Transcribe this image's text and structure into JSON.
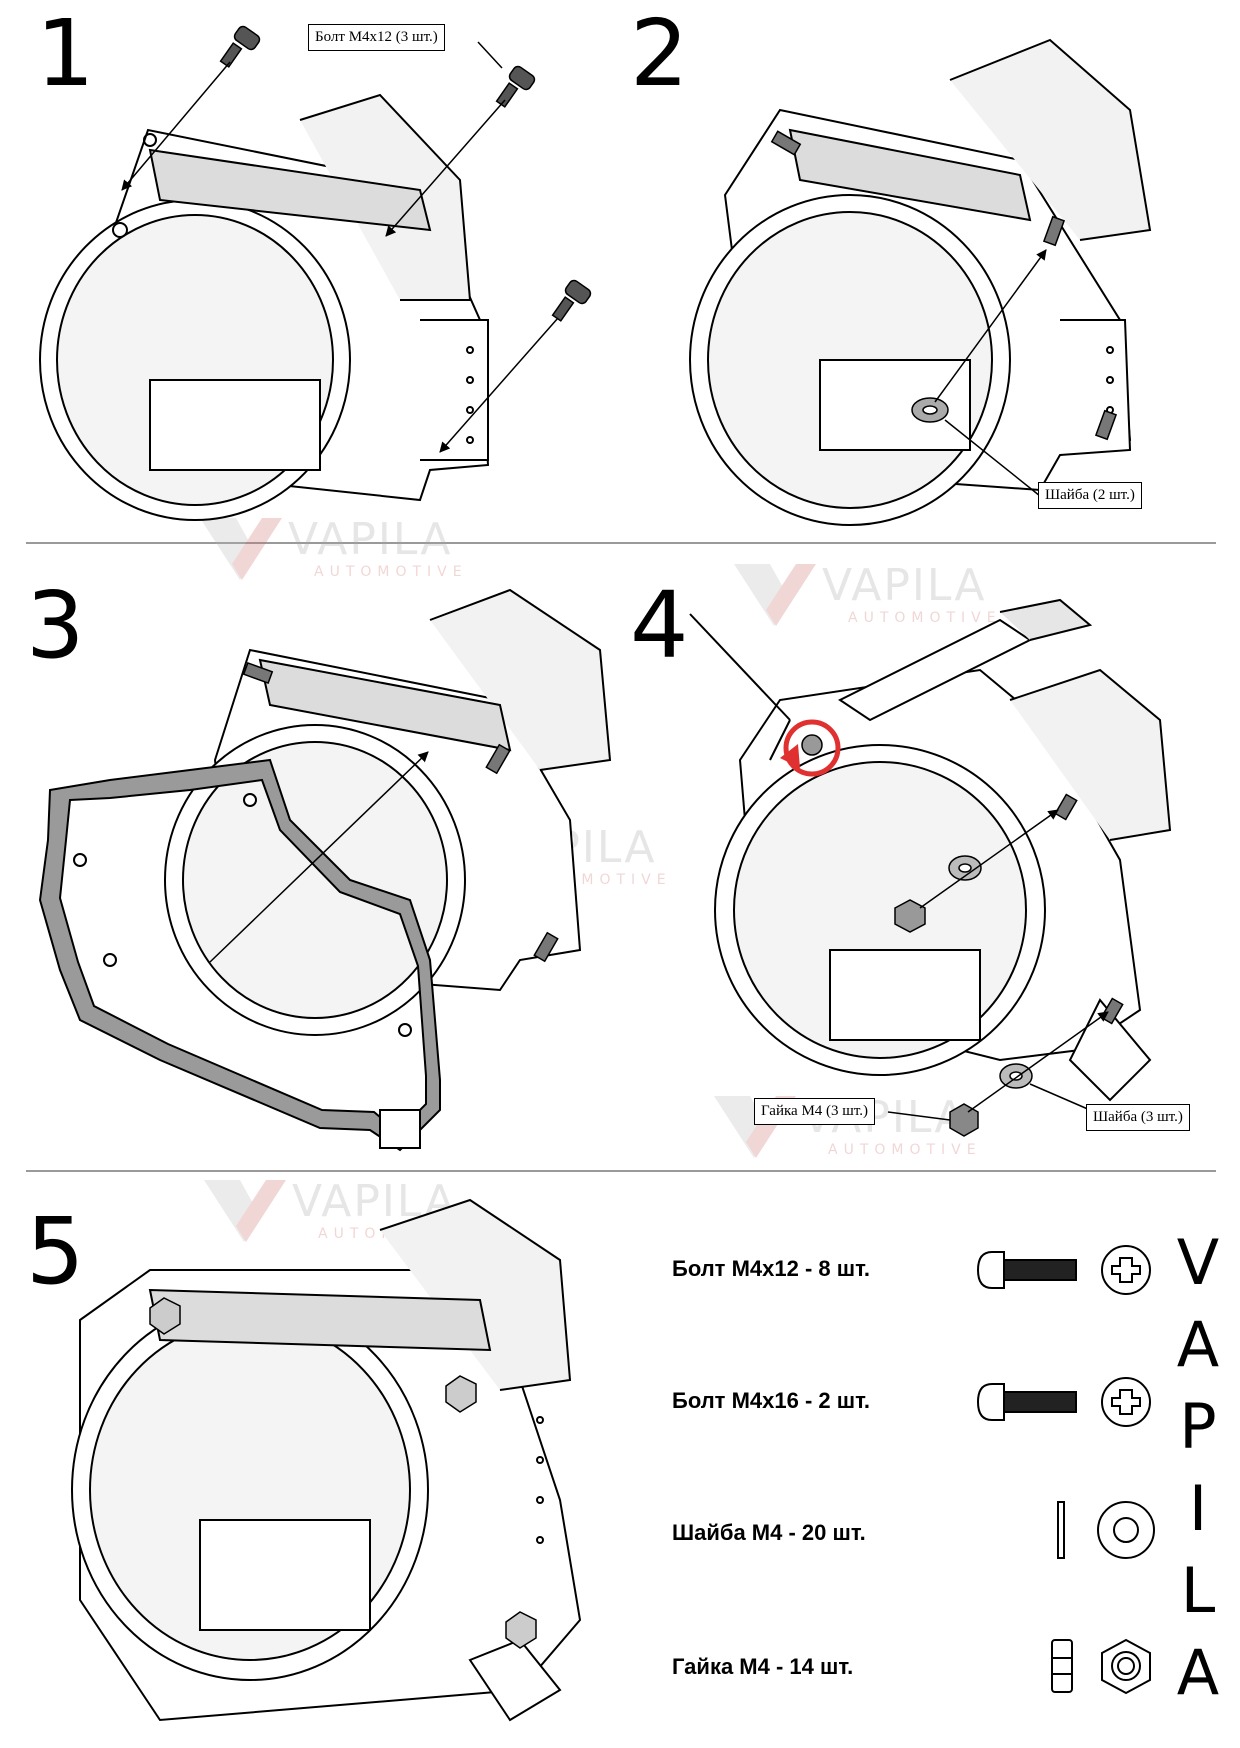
{
  "steps": {
    "s1": "1",
    "s2": "2",
    "s3": "3",
    "s4": "4",
    "s5": "5"
  },
  "callouts": {
    "bolt_m4x12_3": "Болт М4х12 (3 шт.)",
    "washer_2": "Шайба (2 шт.)",
    "nut_m4_3": "Гайка М4 (3 шт.)",
    "washer_3": "Шайба (3 шт.)"
  },
  "watermark": {
    "brand": "VAPILA",
    "sub": "AUTOMOTIVE"
  },
  "parts": [
    {
      "label": "Болт М4х12 - 8 шт.",
      "icon": "bolt-icon"
    },
    {
      "label": "Болт М4х16 - 2 шт.",
      "icon": "bolt-icon"
    },
    {
      "label": "Шайба М4 - 20 шт.",
      "icon": "washer-icon"
    },
    {
      "label": "Гайка М4 - 14 шт.",
      "icon": "nut-icon"
    }
  ],
  "brand_vertical": [
    "V",
    "A",
    "P",
    "I",
    "L",
    "A"
  ],
  "colors": {
    "line": "#000000",
    "shade": "#d9d9d9",
    "gasket": "#9a9a9a",
    "arrow_red": "#e03030",
    "divider": "#9a9a9a"
  }
}
